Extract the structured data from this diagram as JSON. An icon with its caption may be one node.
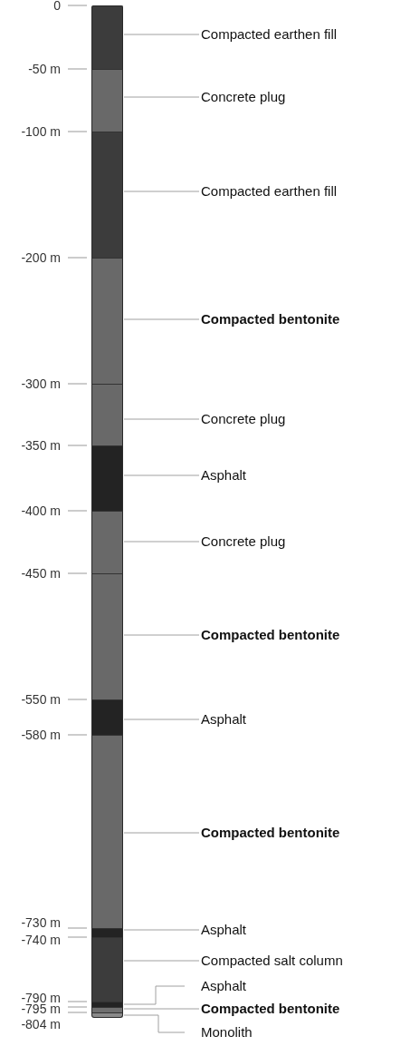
{
  "diagram": {
    "nodes": [
      {
        "text": [],
        "shape": "bar"
      },
      {
        "text": [],
        "shape": "bar"
      },
      {
        "text": [],
        "shape": "bar"
      },
      {
        "text": [],
        "shape": "bar"
      },
      {
        "text": [],
        "shape": "bar"
      },
      {
        "text": [],
        "shape": "bar"
      },
      {
        "text": [],
        "shape": "bar"
      },
      {
        "text": [],
        "shape": "bar"
      },
      {
        "text": [],
        "shape": "bar"
      },
      {
        "text": [],
        "shape": "bar"
      },
      {
        "text": [],
        "shape": "bar"
      },
      {
        "text": [],
        "shape": "bar"
      },
      {
        "text": [],
        "shape": "bar"
      },
      {
        "text": [],
        "shape": "bar"
      },
      {
        "text": [],
        "shape": "bar"
      },
      {
        "text": [
          "Compacted earthen fill"
        ]
      },
      {
        "text": [
          "Concrete plug"
        ]
      },
      {
        "text": [
          "Compacted earthen fill"
        ]
      },
      {
        "text": [
          "Compacted bentonite"
        ]
      },
      {
        "text": [
          "Concrete plug"
        ]
      },
      {
        "text": [
          "Asphalt"
        ]
      },
      {
        "text": [
          "Concrete plug"
        ]
      },
      {
        "text": [
          "Compacted bentonite"
        ]
      },
      {
        "text": [
          "Asphalt"
        ]
      },
      {
        "text": [
          "Compacted bentonite"
        ]
      },
      {
        "text": [
          "Asphalt"
        ]
      },
      {
        "text": [
          "Compacted salt column"
        ]
      },
      {
        "text": [
          "Asphalt"
        ]
      },
      {
        "text": [
          "Compacted bentonite"
        ]
      },
      {
        "text": [
          "Monolith"
        ]
      }
    ],
    "edges": [
      {
        "from": 15,
        "to": 0,
        "arrow": "none"
      },
      {
        "from": 16,
        "to": 1,
        "arrow": "none"
      },
      {
        "from": 17,
        "to": 2,
        "arrow": "none"
      },
      {
        "from": 18,
        "to": 3,
        "arrow": "none"
      },
      {
        "from": 19,
        "to": 4,
        "arrow": "none"
      },
      {
        "from": 20,
        "to": 5,
        "arrow": "none"
      },
      {
        "from": 21,
        "to": 6,
        "arrow": "none"
      },
      {
        "from": 22,
        "to": 7,
        "arrow": "none"
      },
      {
        "from": 23,
        "to": 8,
        "arrow": "none"
      },
      {
        "from": 24,
        "to": 9,
        "arrow": "none"
      },
      {
        "from": 25,
        "to": 10,
        "arrow": "none"
      },
      {
        "from": 26,
        "to": 11,
        "arrow": "none"
      },
      {
        "from": 27,
        "to": 12,
        "arrow": "none"
      },
      {
        "from": 28,
        "to": 13,
        "arrow": "none"
      },
      {
        "from": 29,
        "to": 14,
        "arrow": "none"
      }
    ],
    "labels": [
      "0",
      "-50 m",
      "-100 m",
      "-200 m",
      "-300 m",
      "-350 m",
      "-400 m",
      "-450 m",
      "-550 m",
      "-580 m",
      "-730 m",
      "-740 m",
      "-790 m",
      "-795 m",
      "-804 m"
    ]
  }
}
